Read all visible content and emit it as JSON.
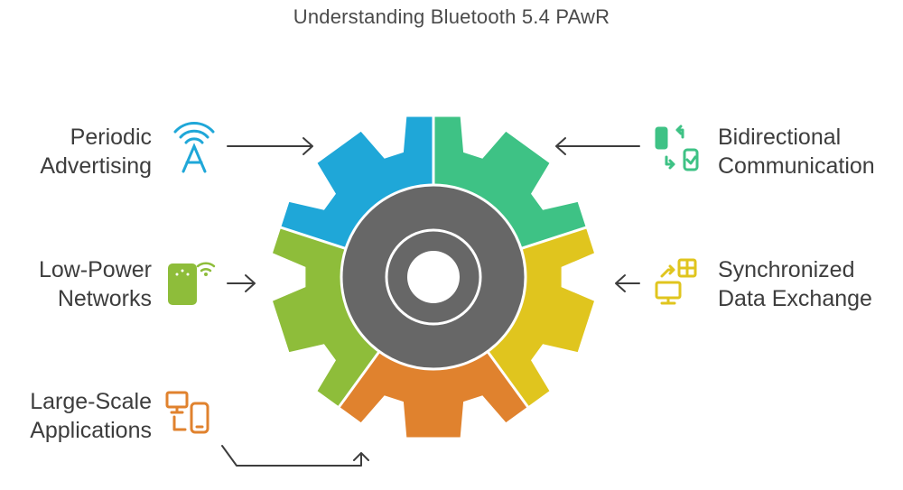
{
  "title": "Understanding Bluetooth 5.4 PAwR",
  "features": [
    {
      "id": "periodic-advertising",
      "line1": "Periodic",
      "line2": "Advertising",
      "icon": "antenna-icon",
      "color": "#1fa7d8"
    },
    {
      "id": "bidirectional-communication",
      "line1": "Bidirectional",
      "line2": "Communication",
      "icon": "phone-exchange-icon",
      "color": "#3ec285"
    },
    {
      "id": "low-power-networks",
      "line1": "Low-Power",
      "line2": "Networks",
      "icon": "wifi-device-icon",
      "color": "#8ebd3a"
    },
    {
      "id": "synchronized-data-exchange",
      "line1": "Synchronized",
      "line2": "Data Exchange",
      "icon": "monitor-sync-icon",
      "color": "#e0c51e"
    },
    {
      "id": "large-scale-applications",
      "line1": "Large-Scale",
      "line2": "Applications",
      "icon": "multi-device-icon",
      "color": "#e0822e"
    }
  ],
  "colors": {
    "hub": "#676767",
    "lime": "#8ebd3a",
    "arrow": "#3d3d3d"
  }
}
